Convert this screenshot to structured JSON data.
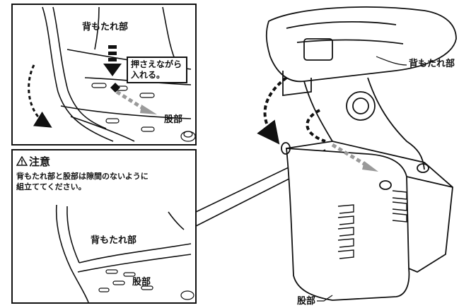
{
  "panels": {
    "top_left": {
      "backrest_label": "背もたれ部",
      "callout_line1": "押さえながら",
      "callout_line2": "入れる。",
      "seat_label": "股部"
    },
    "caution": {
      "title": "注意",
      "icon": "warning-triangle-icon",
      "line1": "背もたれ部と股部は隙間のないように",
      "line2": "組立ててください。",
      "backrest_label": "背もたれ部",
      "seat_label": "股部"
    },
    "main": {
      "backrest_label": "背もたれ部",
      "seat_label": "股部"
    }
  }
}
